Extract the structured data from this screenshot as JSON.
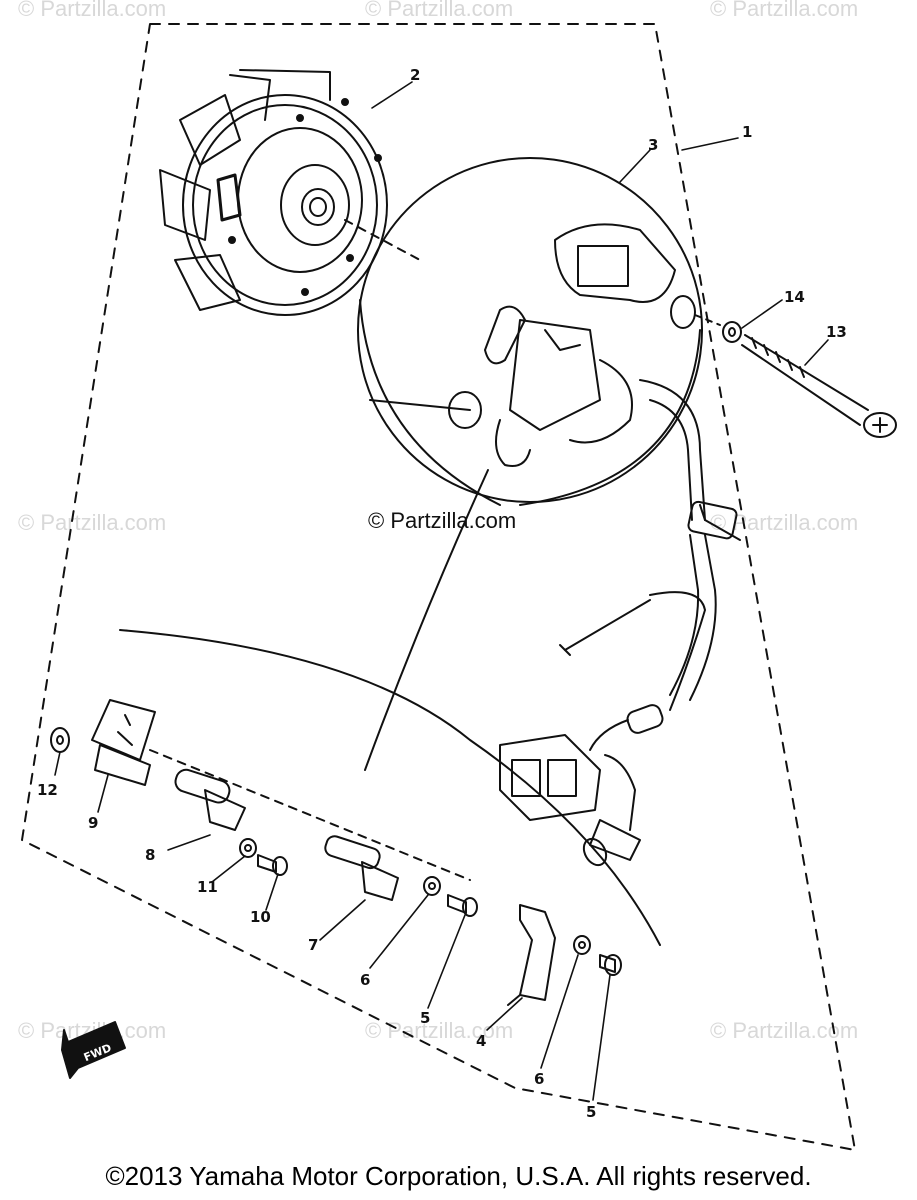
{
  "watermarks": {
    "brand": "© Partzilla.com",
    "center": "© Partzilla.com"
  },
  "callouts": {
    "p1": "1",
    "p2": "2",
    "p3": "3",
    "p4": "4",
    "p5a": "5",
    "p5b": "5",
    "p6a": "6",
    "p6b": "6",
    "p7": "7",
    "p8": "8",
    "p9": "9",
    "p10": "10",
    "p11": "11",
    "p12": "12",
    "p13": "13",
    "p14": "14"
  },
  "fwd_label": "FWD",
  "copyright": "©2013  Yamaha Motor Corporation, U.S.A. All rights reserved.",
  "colors": {
    "ink": "#111111",
    "watermark": "#d8d8d8",
    "background": "#ffffff"
  }
}
